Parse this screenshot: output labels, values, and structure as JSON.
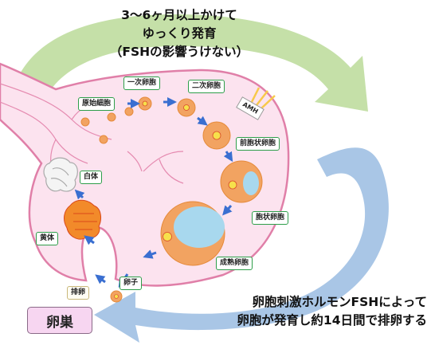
{
  "captions": {
    "top": [
      "3～6ヶ月以上かけて",
      "ゆっくり発育",
      "（FSHの影響うけない）"
    ],
    "bottom": [
      "卵胞刺激ホルモンFSHによって",
      "卵胞が発育し約14日間で排卵する"
    ]
  },
  "labels": {
    "primordial": "原始細胞",
    "primary": "一次卵胞",
    "secondary": "二次卵胞",
    "amh": "AMH",
    "preantral": "前胞状卵胞",
    "antral": "胞状卵胞",
    "mature": "成熟卵胞",
    "oocyte": "卵子",
    "ovulation": "排卵",
    "corpus_luteum": "黄体",
    "corpus_albicans": "白体"
  },
  "ovary_label": "卵巣",
  "colors": {
    "ovary_fill": "#fce3ef",
    "ovary_stroke": "#e07fa8",
    "cycle_arrow_green": "#c5e0a8",
    "cycle_arrow_blue": "#a9c6e6",
    "follicle_orange": "#f2a361",
    "antrum_blue": "#a8d8ee",
    "oocyte_yellow": "#f7e04b",
    "label_border": "#2e9e4a",
    "step_arrow": "#3a6fd1"
  }
}
